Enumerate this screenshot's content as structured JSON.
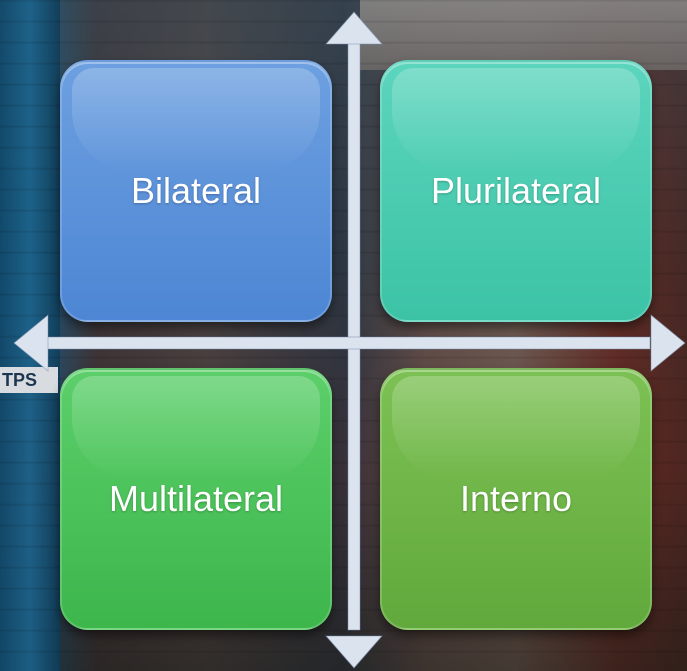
{
  "diagram": {
    "quadrants": [
      {
        "label": "Bilateral",
        "color": "#5b93da"
      },
      {
        "label": "Plurilateral",
        "color": "#4ccbb1"
      },
      {
        "label": "Multilateral",
        "color": "#4cc25b"
      },
      {
        "label": "Interno",
        "color": "#6fb548"
      }
    ],
    "axis_color": "#dbe3ef"
  },
  "background": {
    "sign_text": "TPS"
  }
}
